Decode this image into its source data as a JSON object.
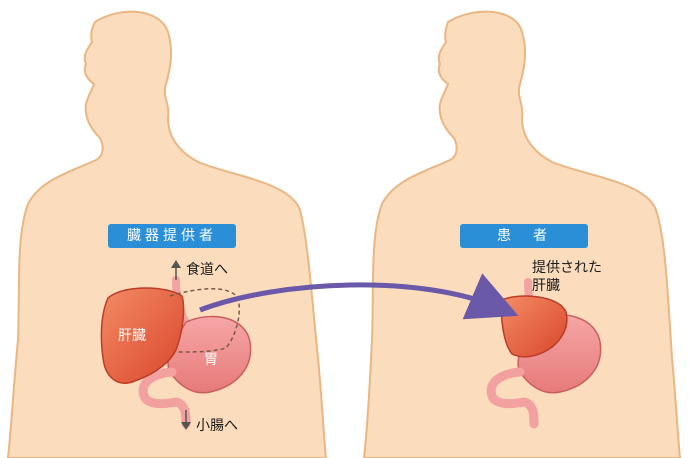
{
  "colors": {
    "skin": "#fbdcbd",
    "skin_outline": "#e9b684",
    "badge": "#2a8fd6",
    "liver": "#e05a3a",
    "stomach": "#f08c8c",
    "arrow": "#6a58a8"
  },
  "donor": {
    "badge": "臓器提供者",
    "to_esophagus": "食道へ",
    "liver_label": "肝臓",
    "stomach_label": "胃",
    "to_small_intestine": "小腸へ"
  },
  "recipient": {
    "badge": "患　者",
    "donated_liver_line1": "提供された",
    "donated_liver_line2": "肝臓"
  },
  "icons": [
    "up-arrow-icon",
    "down-arrow-icon",
    "transfer-arrow-icon"
  ]
}
